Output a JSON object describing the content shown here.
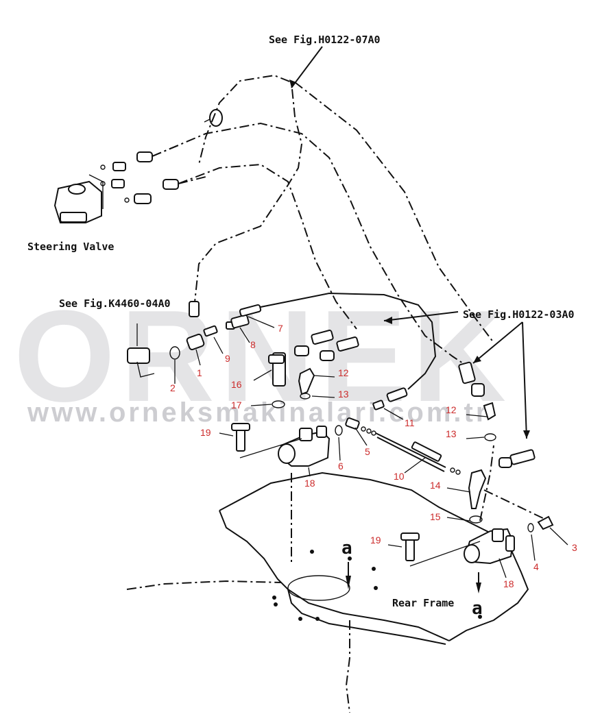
{
  "references": {
    "top": "See Fig.H0122-07A0",
    "left": "See Fig.K4460-04A0",
    "right": "See Fig.H0122-03A0"
  },
  "labels": {
    "steering_valve": "Steering Valve",
    "rear_frame": "Rear Frame",
    "marker_a": "a"
  },
  "watermark": {
    "brand": "ORNEK",
    "url": "www.orneksmakinalari.com.tr",
    "color": "#cfcfd3"
  },
  "callouts": {
    "c1": "1",
    "c2": "2",
    "c3": "3",
    "c4": "4",
    "c5": "5",
    "c6": "6",
    "c7": "7",
    "c8": "8",
    "c9": "9",
    "c10": "10",
    "c11": "11",
    "c12a": "12",
    "c12b": "12",
    "c13a": "13",
    "c13b": "13",
    "c14": "14",
    "c15": "15",
    "c16": "16",
    "c17": "17",
    "c18a": "18",
    "c18b": "18",
    "c19a": "19",
    "c19b": "19"
  },
  "colors": {
    "callout": "#cc2b2b",
    "ink": "#111111"
  }
}
